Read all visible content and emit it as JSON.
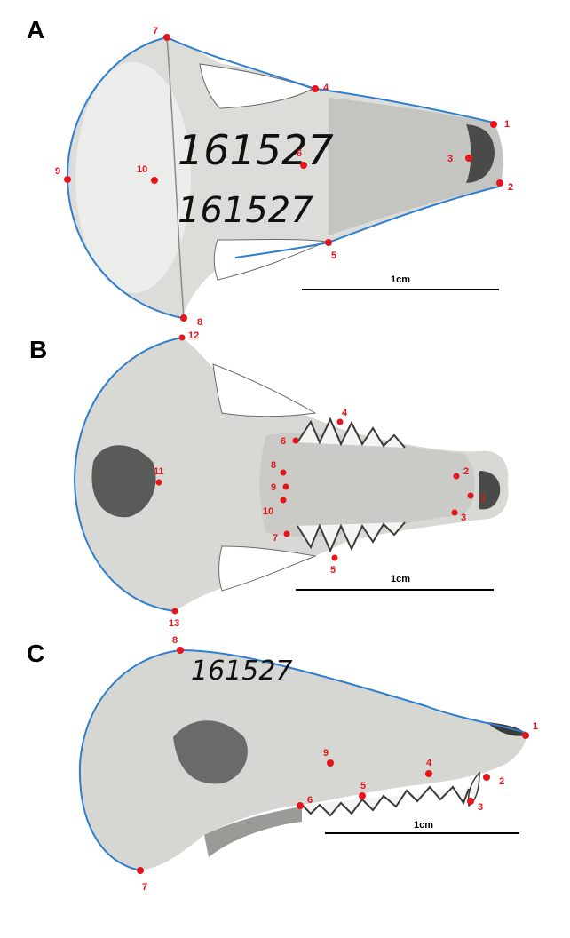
{
  "colors": {
    "landmark": "#e8141c",
    "outline": "#2f7fd1",
    "bone_light": "#e9e9e6",
    "bone_mid": "#b9b9b5",
    "bone_dark": "#5c5c5a"
  },
  "scale_bar_label": "1cm",
  "panels": [
    {
      "label": "A",
      "specimen_numbers": [
        "161527",
        "161527"
      ],
      "landmarks": [
        "1",
        "2",
        "3",
        "4",
        "5",
        "6",
        "7",
        "8",
        "9",
        "10"
      ]
    },
    {
      "label": "B",
      "specimen_numbers": [],
      "landmarks": [
        "1",
        "2",
        "3",
        "4",
        "5",
        "6",
        "7",
        "8",
        "9",
        "10",
        "11",
        "12",
        "13"
      ]
    },
    {
      "label": "C",
      "specimen_numbers": [
        "161527"
      ],
      "landmarks": [
        "1",
        "2",
        "3",
        "4",
        "5",
        "6",
        "7",
        "8",
        "9"
      ]
    }
  ]
}
